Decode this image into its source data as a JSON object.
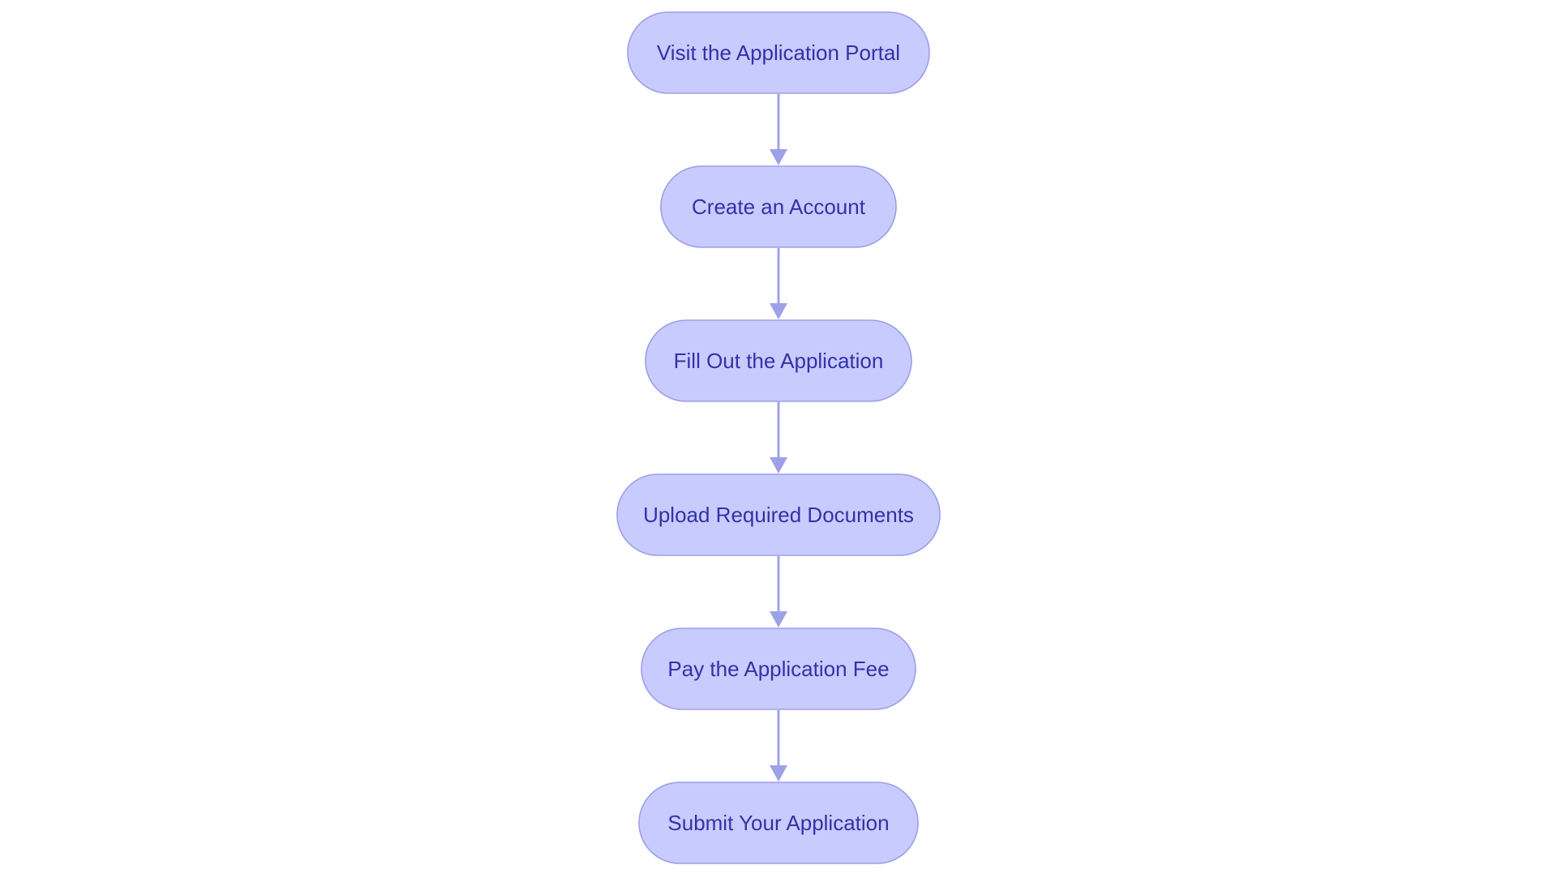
{
  "flowchart": {
    "colors": {
      "node_fill": "#c8cbfd",
      "node_stroke": "#9d9fe8",
      "node_text": "#3232a8",
      "edge": "#9da2e6",
      "background": "#ffffff"
    },
    "steps": [
      {
        "id": "visit",
        "label": "Visit the Application Portal"
      },
      {
        "id": "account",
        "label": "Create an Account"
      },
      {
        "id": "fill",
        "label": "Fill Out the Application"
      },
      {
        "id": "upload",
        "label": "Upload Required Documents"
      },
      {
        "id": "pay",
        "label": "Pay the Application Fee"
      },
      {
        "id": "submit",
        "label": "Submit Your Application"
      }
    ],
    "edges": [
      {
        "from": "visit",
        "to": "account"
      },
      {
        "from": "account",
        "to": "fill"
      },
      {
        "from": "fill",
        "to": "upload"
      },
      {
        "from": "upload",
        "to": "pay"
      },
      {
        "from": "pay",
        "to": "submit"
      }
    ]
  }
}
